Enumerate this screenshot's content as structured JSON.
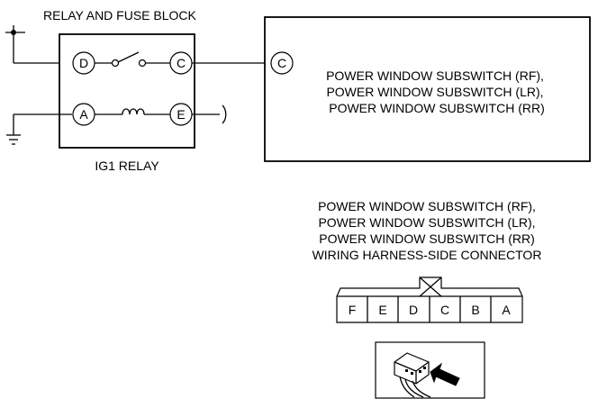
{
  "relay_block": {
    "title": "RELAY AND FUSE BLOCK",
    "relay_label": "IG1 RELAY",
    "terminals": {
      "d": "D",
      "c": "C",
      "a": "A",
      "e": "E"
    }
  },
  "subswitch": {
    "terminal": "C",
    "lines": [
      "POWER WINDOW SUBSWITCH (RF),",
      "POWER WINDOW SUBSWITCH (LR),",
      "POWER WINDOW SUBSWITCH (RR)"
    ]
  },
  "connector": {
    "caption": [
      "POWER WINDOW SUBSWITCH (RF),",
      "POWER WINDOW SUBSWITCH (LR),",
      "POWER WINDOW SUBSWITCH (RR)",
      "WIRING HARNESS-SIDE CONNECTOR"
    ],
    "pins": [
      "F",
      "E",
      "D",
      "C",
      "B",
      "A"
    ]
  },
  "icons": {
    "switch": "switch-contact-icon",
    "coil": "relay-coil-icon",
    "ground": "ground-icon",
    "junction": "junction-dot-icon",
    "harness_view": "harness-side-view-icon"
  }
}
